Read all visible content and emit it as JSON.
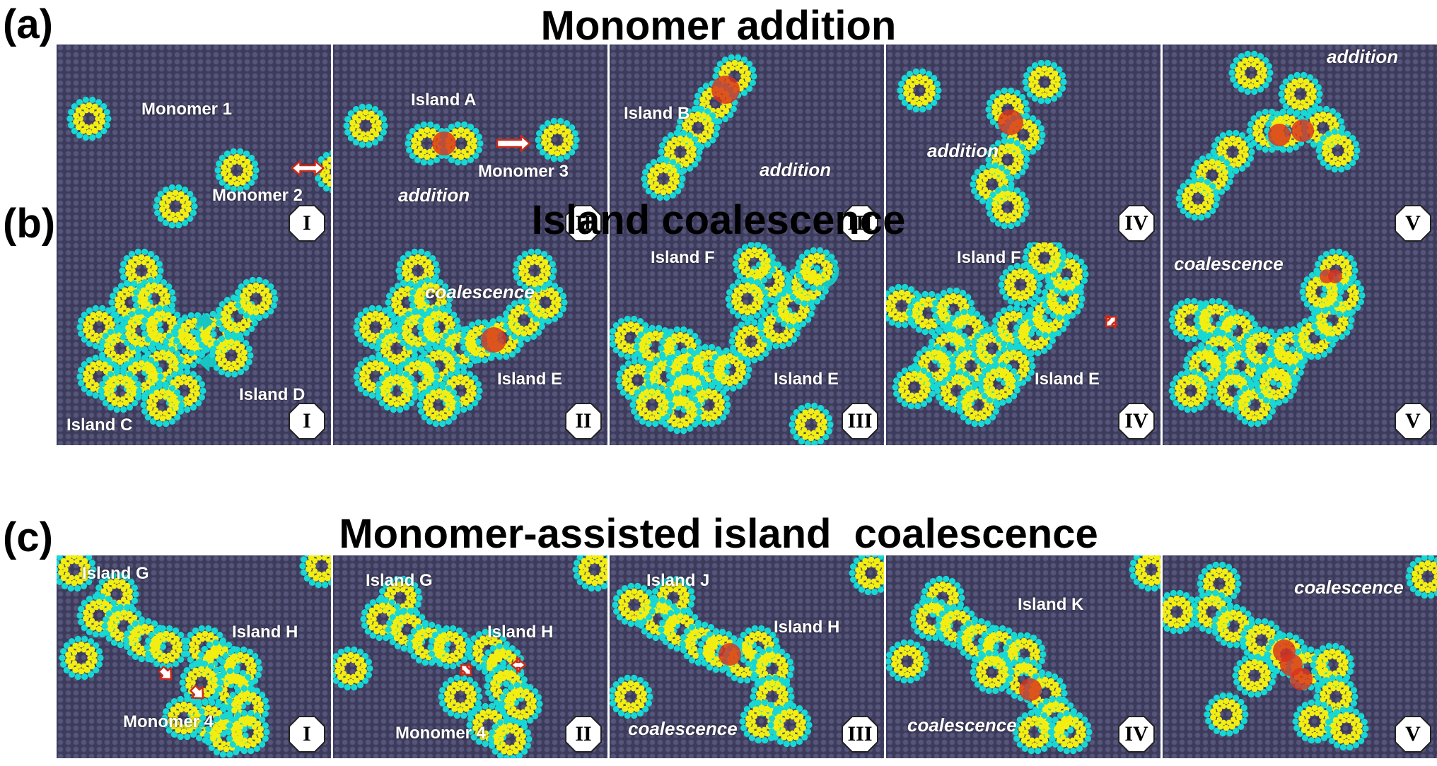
{
  "rows": [
    {
      "letter": "(a)",
      "title": "Monomer addition",
      "panels": [
        {
          "badge": "I",
          "labels": [
            {
              "text": "Monomer 1",
              "italic": false
            },
            {
              "text": "Monomer 2",
              "italic": false
            }
          ]
        },
        {
          "badge": "II",
          "labels": [
            {
              "text": "Island A",
              "italic": false
            },
            {
              "text": "Monomer 3",
              "italic": false
            },
            {
              "text": "addition",
              "italic": true
            }
          ]
        },
        {
          "badge": "III",
          "labels": [
            {
              "text": "Island B",
              "italic": false
            },
            {
              "text": "addition",
              "italic": true
            }
          ]
        },
        {
          "badge": "IV",
          "labels": [
            {
              "text": "addition",
              "italic": true
            }
          ]
        },
        {
          "badge": "V",
          "labels": [
            {
              "text": "addition",
              "italic": true
            }
          ]
        }
      ]
    },
    {
      "letter": "(b)",
      "title": "Island coalescence",
      "panels": [
        {
          "badge": "I",
          "labels": [
            {
              "text": "Island D",
              "italic": false
            },
            {
              "text": "Island C",
              "italic": false
            }
          ]
        },
        {
          "badge": "II",
          "labels": [
            {
              "text": "coalescence",
              "italic": true
            },
            {
              "text": "Island E",
              "italic": false
            }
          ]
        },
        {
          "badge": "III",
          "labels": [
            {
              "text": "Island F",
              "italic": false
            },
            {
              "text": "Island E",
              "italic": false
            }
          ]
        },
        {
          "badge": "IV",
          "labels": [
            {
              "text": "Island F",
              "italic": false
            },
            {
              "text": "Island E",
              "italic": false
            }
          ]
        },
        {
          "badge": "V",
          "labels": [
            {
              "text": "coalescence",
              "italic": true
            }
          ]
        }
      ]
    },
    {
      "letter": "(c)",
      "title": "Monomer-assisted island  coalescence",
      "panels": [
        {
          "badge": "I",
          "labels": [
            {
              "text": "Island G",
              "italic": false
            },
            {
              "text": "Island H",
              "italic": false
            },
            {
              "text": "Monomer 4",
              "italic": false
            }
          ]
        },
        {
          "badge": "II",
          "labels": [
            {
              "text": "Island G",
              "italic": false
            },
            {
              "text": "Island H",
              "italic": false
            },
            {
              "text": "Monomer 4",
              "italic": false
            }
          ]
        },
        {
          "badge": "III",
          "labels": [
            {
              "text": "Island J",
              "italic": false
            },
            {
              "text": "Island H",
              "italic": false
            },
            {
              "text": "coalescence",
              "italic": true
            }
          ]
        },
        {
          "badge": "IV",
          "labels": [
            {
              "text": "Island K",
              "italic": false
            },
            {
              "text": "coalescence",
              "italic": true
            }
          ]
        },
        {
          "badge": "V",
          "labels": [
            {
              "text": "coalescence",
              "italic": true
            }
          ]
        }
      ]
    }
  ],
  "colors": {
    "substrate": "#3c3b5c",
    "ring_outer": "#17d8d4",
    "ring_inner": "#f2ee12",
    "bond_highlight": "#d9331e",
    "arrow_fill": "#ffffff",
    "arrow_outline": "#cc2a1a",
    "rotation_arrow": "#17c5c2"
  }
}
